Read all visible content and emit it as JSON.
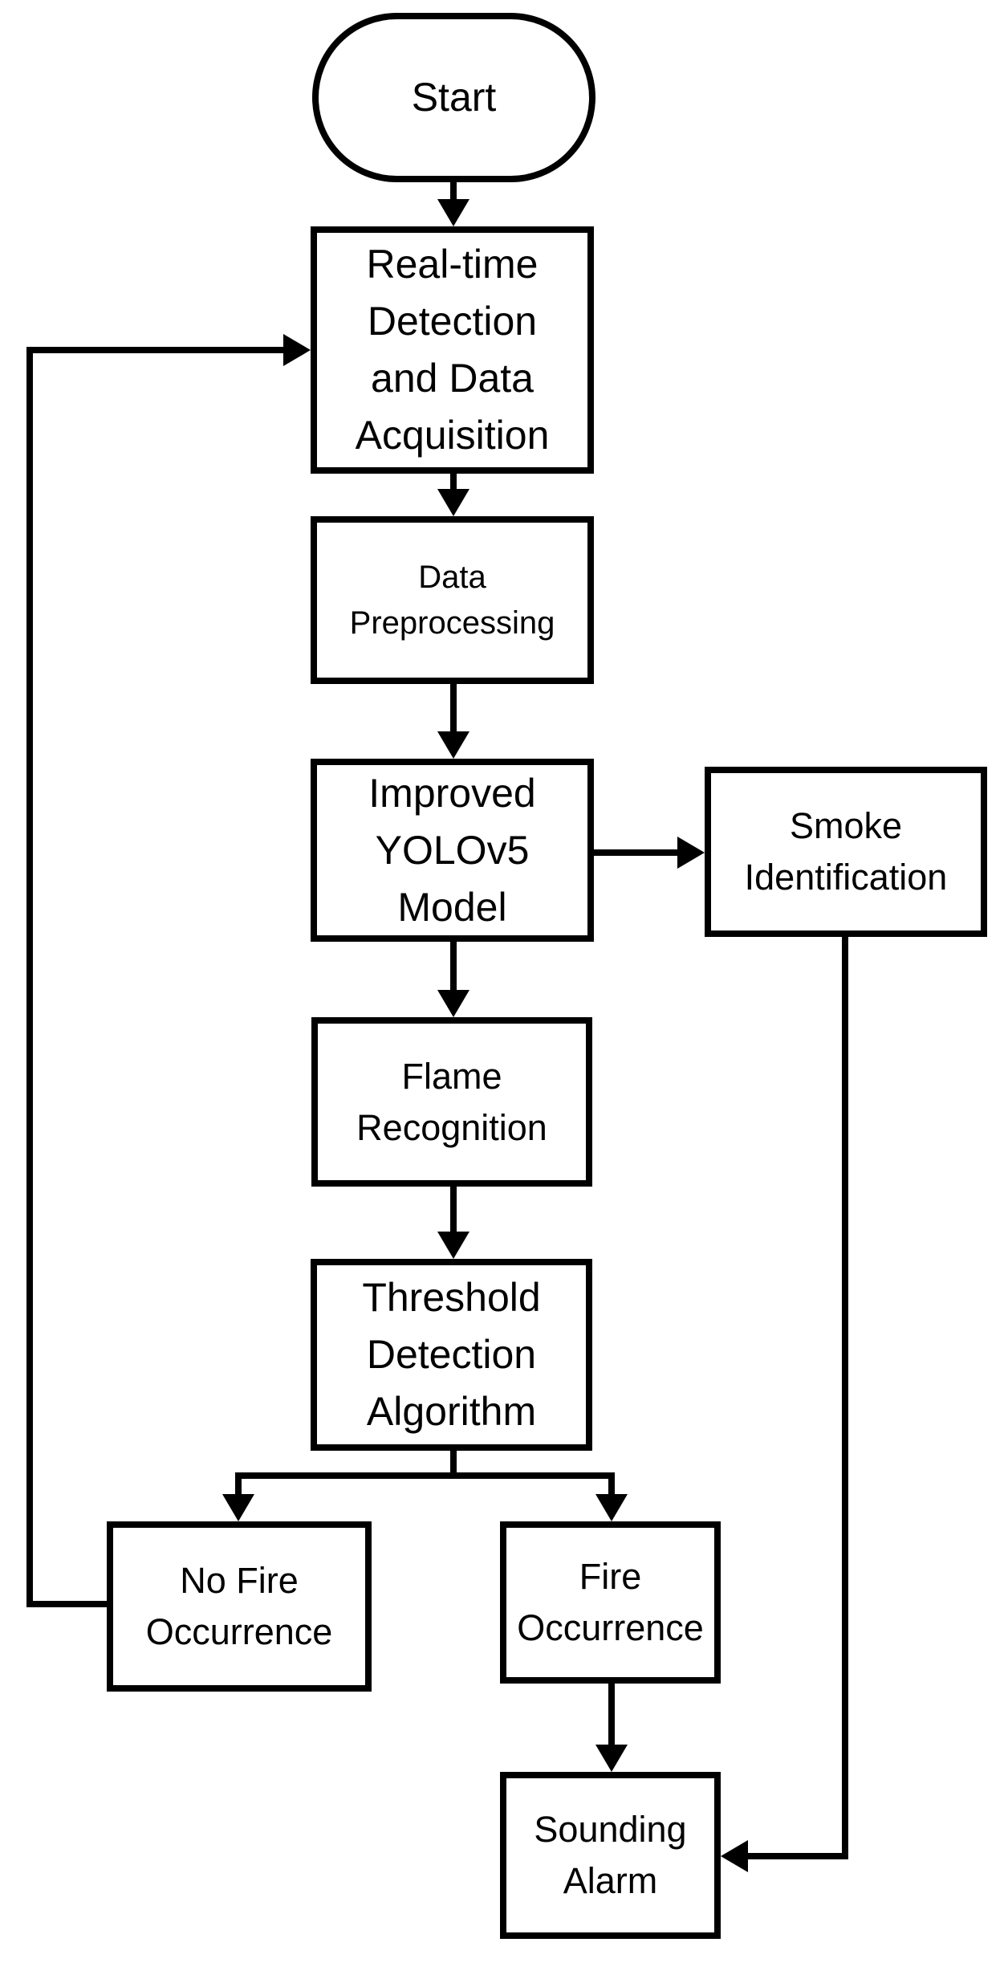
{
  "diagram": {
    "type": "flowchart",
    "colors": {
      "stroke": "#000000",
      "background": "#ffffff",
      "text": "#000000"
    },
    "nodes": {
      "start": {
        "label": "Start",
        "shape": "stadium"
      },
      "realtime_detection": {
        "label": "Real-time\nDetection\nand Data\nAcquisition",
        "shape": "rect"
      },
      "data_preprocessing": {
        "label": "Data\nPreprocessing",
        "shape": "rect"
      },
      "improved_yolov5": {
        "label": "Improved\nYOLOv5\nModel",
        "shape": "rect"
      },
      "smoke_identification": {
        "label": "Smoke\nIdentification",
        "shape": "rect"
      },
      "flame_recognition": {
        "label": "Flame\nRecognition",
        "shape": "rect"
      },
      "threshold_detection": {
        "label": "Threshold\nDetection\nAlgorithm",
        "shape": "rect"
      },
      "no_fire": {
        "label": "No Fire\nOccurrence",
        "shape": "rect"
      },
      "fire": {
        "label": "Fire\nOccurrence",
        "shape": "rect"
      },
      "sounding_alarm": {
        "label": "Sounding\nAlarm",
        "shape": "rect"
      }
    },
    "edges": [
      {
        "from": "start",
        "to": "realtime_detection"
      },
      {
        "from": "realtime_detection",
        "to": "data_preprocessing"
      },
      {
        "from": "data_preprocessing",
        "to": "improved_yolov5"
      },
      {
        "from": "improved_yolov5",
        "to": "smoke_identification"
      },
      {
        "from": "improved_yolov5",
        "to": "flame_recognition"
      },
      {
        "from": "flame_recognition",
        "to": "threshold_detection"
      },
      {
        "from": "threshold_detection",
        "to": "no_fire"
      },
      {
        "from": "threshold_detection",
        "to": "fire"
      },
      {
        "from": "no_fire",
        "to": "realtime_detection",
        "note": "loop back"
      },
      {
        "from": "fire",
        "to": "sounding_alarm"
      },
      {
        "from": "smoke_identification",
        "to": "sounding_alarm"
      }
    ]
  }
}
